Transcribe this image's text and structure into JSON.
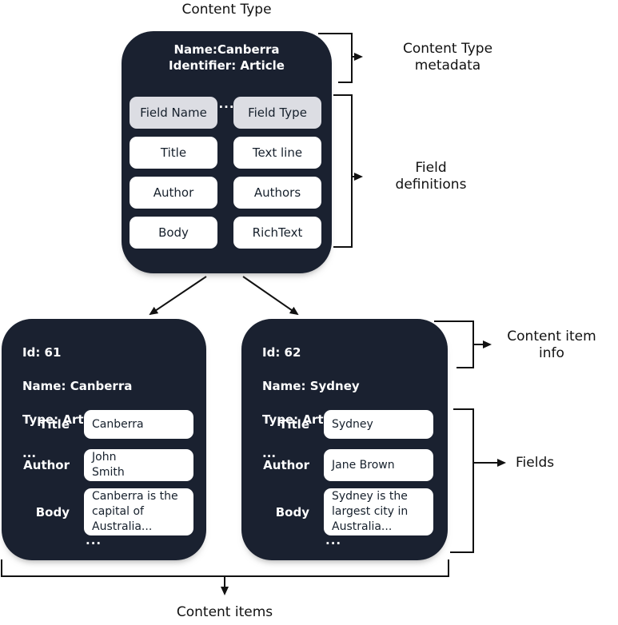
{
  "page": {
    "title": "Content Type"
  },
  "colors": {
    "box_background": "#1a2130",
    "header_cell_background": "#dcdde3",
    "cell_background": "#ffffff",
    "line_color": "#111111",
    "text_on_dark": "#ffffff"
  },
  "content_type_box": {
    "meta": {
      "name_line": "Name:Canberra",
      "identifier_line": "Identifier: Article",
      "ellipsis": "..."
    },
    "field_definitions": {
      "header": {
        "name": "Field Name",
        "type": "Field Type"
      },
      "rows": [
        {
          "name": "Title",
          "type": "Text line"
        },
        {
          "name": "Author",
          "type": "Authors"
        },
        {
          "name": "Body",
          "type": "RichText"
        }
      ],
      "ellipsis": "..."
    }
  },
  "items": [
    {
      "id_line": "Id: 61",
      "name_line": "Name: Canberra",
      "type_line": "Type: Article",
      "ellipsis": "...",
      "fields": {
        "title": {
          "label": "Title",
          "value": "Canberra"
        },
        "author": {
          "label": "Author",
          "value": "John\nSmith"
        },
        "body": {
          "label": "Body",
          "value": "Canberra is the\ncapital of\nAustralia..."
        }
      },
      "footer_ellipsis": "..."
    },
    {
      "id_line": "Id: 62",
      "name_line": "Name: Sydney",
      "type_line": "Type: Article",
      "ellipsis": "...",
      "fields": {
        "title": {
          "label": "Title",
          "value": "Sydney"
        },
        "author": {
          "label": "Author",
          "value": "Jane Brown"
        },
        "body": {
          "label": "Body",
          "value": "Sydney is the\nlargest city in\nAustralia..."
        }
      },
      "footer_ellipsis": "..."
    }
  ],
  "annotations": {
    "metadata": {
      "line1": "Content Type",
      "line2": "metadata"
    },
    "field_definitions": {
      "line1": "Field",
      "line2": "definitions"
    },
    "item_info": {
      "line1": "Content item",
      "line2": "info"
    },
    "fields_label": "Fields",
    "content_items_label": "Content items"
  }
}
